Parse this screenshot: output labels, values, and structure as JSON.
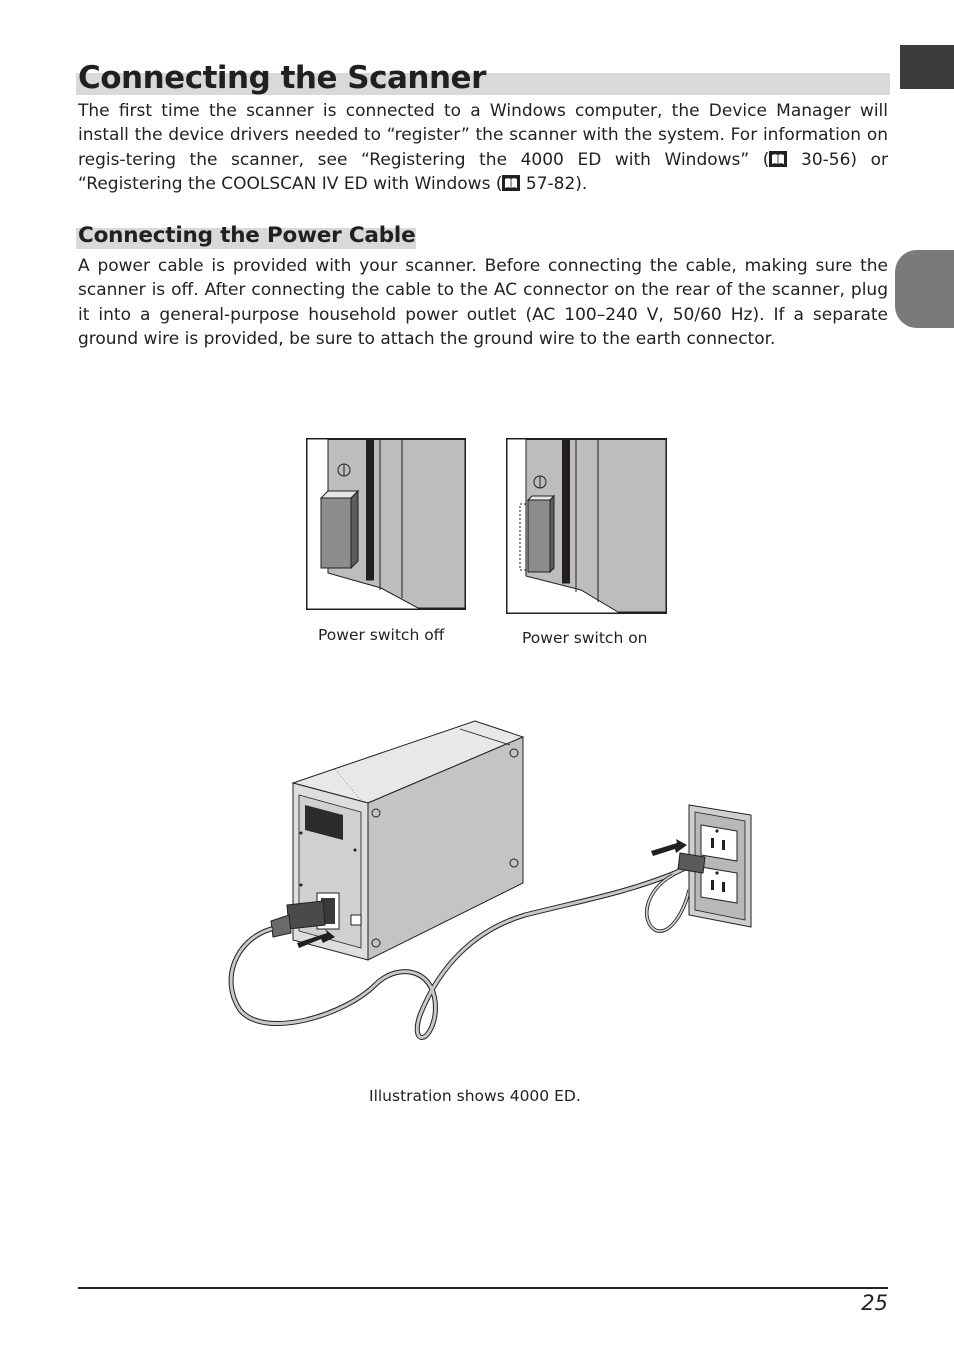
{
  "header": {
    "title": "Connecting the Scanner"
  },
  "intro": {
    "text_before_ref1": "The first time the scanner is connected to a Windows computer, the Device Manager will install the device drivers needed to “register” the scanner with the system.  For information on regis-tering the scanner, see “Registering the 4000 ED with Windows” (",
    "ref1_pages": " 30-56) or “Registering the COOLSCAN IV ED with Windows (",
    "ref2_pages": " 57-82)."
  },
  "section": {
    "heading": "Connecting the Power Cable",
    "text": "A power cable is provided with your scanner.  Before connecting the cable, making sure the scanner is off.  After connecting the cable to the AC connector on the rear of the scanner, plug it into a general-purpose household power outlet (AC 100–240 V, 50/60 Hz).  If a separate ground wire is provided, be sure to attach the ground wire to the earth connector."
  },
  "figures": {
    "switch_off_caption": "Power switch off",
    "switch_on_caption": "Power switch on",
    "main_caption": "Illustration shows 4000 ED."
  },
  "footer": {
    "page_number": "25"
  },
  "colors": {
    "text": "#231f20",
    "heading_band": "#d9d9d9",
    "tab_dark": "#3c3c3c",
    "tab_gray": "#7a7a7a"
  }
}
